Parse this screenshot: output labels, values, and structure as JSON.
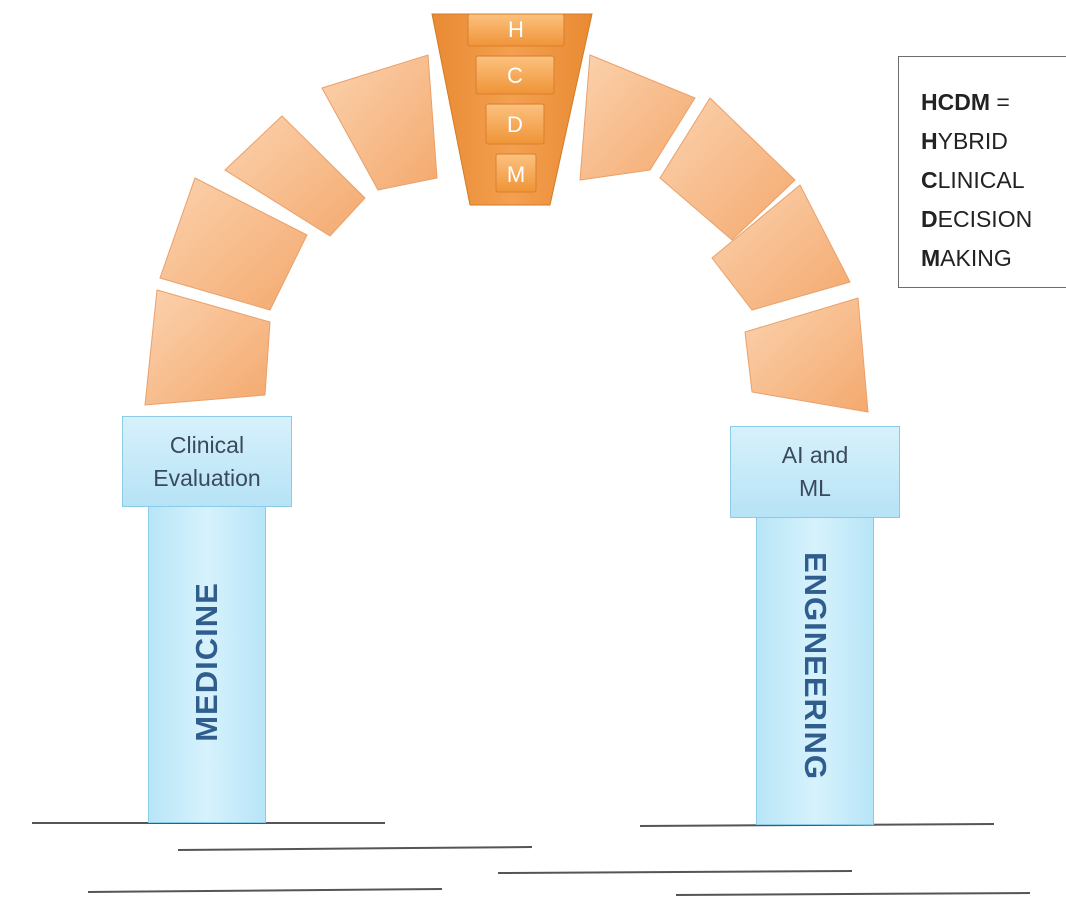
{
  "keystone": {
    "letters": [
      "H",
      "C",
      "D",
      "M"
    ]
  },
  "legend": {
    "title": "HCDM",
    "equals": "=",
    "lines": [
      {
        "initial": "H",
        "rest": "YBRID"
      },
      {
        "initial": "C",
        "rest": "LINICAL"
      },
      {
        "initial": "D",
        "rest": "ECISION"
      },
      {
        "initial": "M",
        "rest": "AKING"
      }
    ]
  },
  "left_pillar": {
    "capital_line1": "Clinical",
    "capital_line2": "Evaluation",
    "label": "MEDICINE"
  },
  "right_pillar": {
    "capital_line1": "AI and",
    "capital_line2": "ML",
    "label": "ENGINEERING"
  },
  "colors": {
    "stone": "#f7b98a",
    "stone_edge": "#e9955a",
    "keystone": "#e98a33",
    "keystone_block": "#f6a553",
    "capital": "#c4e9f8",
    "pillar": "#c4e9f8",
    "pillar_text": "#2f5e8e",
    "ground": "#555555"
  }
}
